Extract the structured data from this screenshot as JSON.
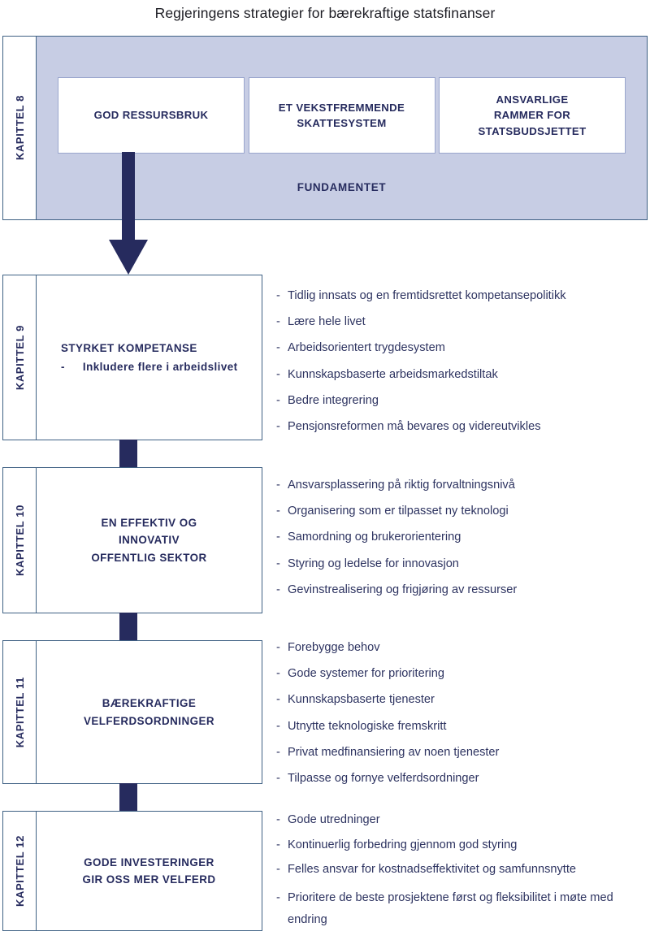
{
  "title": "Regjeringens strategier for bærekraftige statsfinanser",
  "colors": {
    "navy": "#262b5e",
    "panel_blue": "#c7cde4",
    "border_blue": "#3f6184",
    "pillar_border": "#9aa6cd"
  },
  "chapter8": {
    "label": "KAPITTEL 8",
    "pillars": [
      {
        "line1": "GOD RESSURSBRUK"
      },
      {
        "line1": "ET VEKSTFREMMENDE",
        "line2": "SKATTESYSTEM"
      },
      {
        "line1": "ANSVARLIGE",
        "line2": "RAMMER FOR",
        "line3": "STATSBUDSJETTET"
      }
    ],
    "foundation_label": "FUNDAMENTET"
  },
  "chapters": [
    {
      "label": "KAPITTEL 9",
      "heading": "STYRKET KOMPETANSE",
      "sub_dash": "-",
      "sub_text": "Inkludere flere i arbeidslivet",
      "bullets": [
        "Tidlig innsats og en fremtidsrettet kompetansepolitikk",
        "Lære hele livet",
        "Arbeidsorientert trygdesystem",
        "Kunnskapsbaserte arbeidsmarkedstiltak",
        "Bedre integrering",
        "Pensjonsreformen må bevares og videreutvikles"
      ]
    },
    {
      "label": "KAPITTEL 10",
      "heading_lines": [
        "EN EFFEKTIV OG",
        "INNOVATIV",
        "OFFENTLIG SEKTOR"
      ],
      "bullets": [
        "Ansvarsplassering på riktig forvaltningsnivå",
        "Organisering som er tilpasset ny teknologi",
        "Samordning og brukerorientering",
        "Styring og ledelse for innovasjon",
        "Gevinstrealisering og frigjøring av ressurser"
      ]
    },
    {
      "label": "KAPITTEL 11",
      "heading_lines": [
        "BÆREKRAFTIGE",
        "VELFERDSORDNINGER"
      ],
      "bullets": [
        "Forebygge behov",
        "Gode systemer for prioritering",
        "Kunnskapsbaserte tjenester",
        "Utnytte teknologiske fremskritt",
        "Privat medfinansiering av noen tjenester",
        "Tilpasse og fornye velferdsordninger"
      ]
    },
    {
      "label": "KAPITTEL 12",
      "heading_lines": [
        "GODE INVESTERINGER",
        "GIR OSS MER VELFERD"
      ],
      "bullets": [
        "Gode utredninger",
        "Kontinuerlig forbedring gjennom god styring",
        "Felles ansvar for kostnadseffektivitet og samfunnsnytte",
        "Prioritere de beste prosjektene først og fleksibilitet i møte med endring"
      ]
    }
  ],
  "bullet_marker": "-"
}
